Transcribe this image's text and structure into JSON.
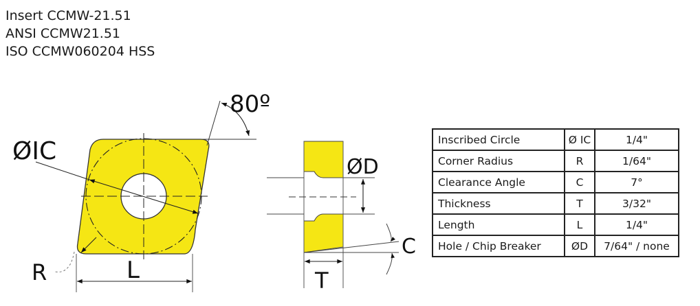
{
  "header": {
    "line1": "Insert CCMW-21.51",
    "line2": "ANSI CCMW21.51",
    "line3": "ISO CCMW060204 HSS"
  },
  "diagram": {
    "fill_color": "#f5e614",
    "labels": {
      "angle": "80º",
      "inscribed_circle": "ØIC",
      "corner_radius": "R",
      "length": "L",
      "hole_diameter": "ØD",
      "clearance": "C",
      "thickness": "T"
    }
  },
  "specs": {
    "rows": [
      {
        "label": "Inscribed Circle",
        "symbol": "Ø IC",
        "value": "1/4\""
      },
      {
        "label": "Corner Radius",
        "symbol": "R",
        "value": "1/64\""
      },
      {
        "label": "Clearance Angle",
        "symbol": "C",
        "value": "7°"
      },
      {
        "label": "Thickness",
        "symbol": "T",
        "value": "3/32\""
      },
      {
        "label": "Length",
        "symbol": "L",
        "value": "1/4\""
      },
      {
        "label": "Hole / Chip Breaker",
        "symbol": "ØD",
        "value": "7/64\" / none"
      }
    ]
  }
}
